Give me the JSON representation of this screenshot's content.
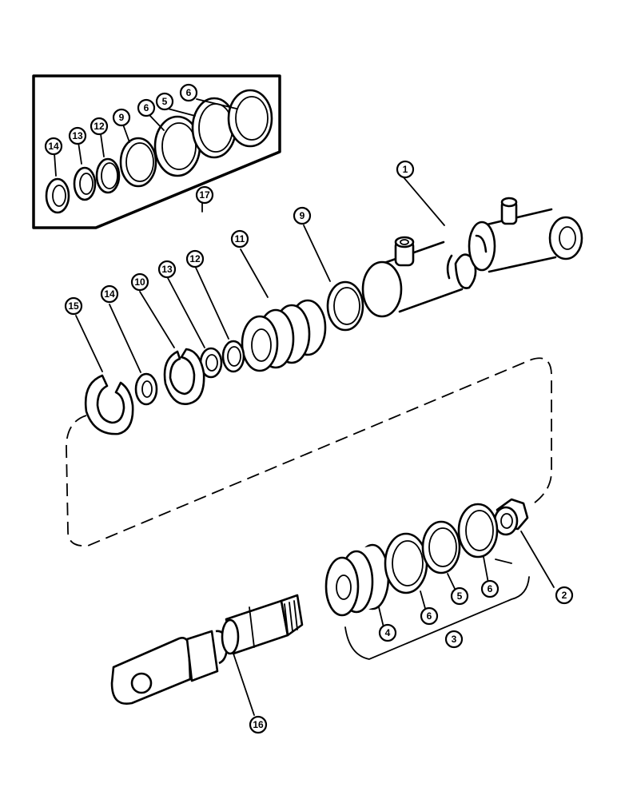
{
  "callouts": [
    {
      "id": "c14a",
      "label": "14"
    },
    {
      "id": "c13a",
      "label": "13"
    },
    {
      "id": "c12a",
      "label": "12"
    },
    {
      "id": "c9a",
      "label": "9"
    },
    {
      "id": "c6a",
      "label": "6"
    },
    {
      "id": "c5a",
      "label": "5"
    },
    {
      "id": "c6b",
      "label": "6"
    },
    {
      "id": "c17",
      "label": "17"
    },
    {
      "id": "c1",
      "label": "1"
    },
    {
      "id": "c9b",
      "label": "9"
    },
    {
      "id": "c11",
      "label": "11"
    },
    {
      "id": "c12b",
      "label": "12"
    },
    {
      "id": "c13b",
      "label": "13"
    },
    {
      "id": "c10",
      "label": "10"
    },
    {
      "id": "c14b",
      "label": "14"
    },
    {
      "id": "c15",
      "label": "15"
    },
    {
      "id": "c2",
      "label": "2"
    },
    {
      "id": "c6c",
      "label": "6"
    },
    {
      "id": "c5b",
      "label": "5"
    },
    {
      "id": "c6d",
      "label": "6"
    },
    {
      "id": "c4",
      "label": "4"
    },
    {
      "id": "c3",
      "label": "3"
    },
    {
      "id": "c16",
      "label": "16"
    }
  ]
}
